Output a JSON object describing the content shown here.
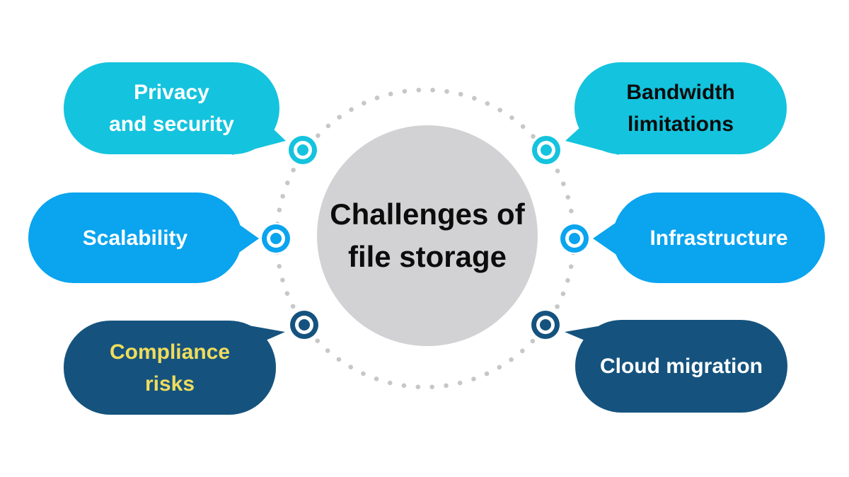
{
  "diagram": {
    "title": "Challenges of\nfile storage"
  },
  "colors": {
    "cyan": "#14c3de",
    "blue": "#0aa4ef",
    "navy": "#15537e",
    "yellow": "#f0dc5c",
    "white": "#ffffff",
    "black": "#0c0c0c",
    "center_gray": "#d2d2d4",
    "ring_dots": "#c7c7c7"
  },
  "bubbles": [
    {
      "id": "privacy-and-security",
      "label": "Privacy\nand security"
    },
    {
      "id": "scalability",
      "label": "Scalability"
    },
    {
      "id": "compliance-risks",
      "label": "Compliance\nrisks"
    },
    {
      "id": "bandwidth-limitations",
      "label": "Bandwidth\nlimitations"
    },
    {
      "id": "infrastructure",
      "label": "Infrastructure"
    },
    {
      "id": "cloud-migration",
      "label": "Cloud migration"
    }
  ]
}
